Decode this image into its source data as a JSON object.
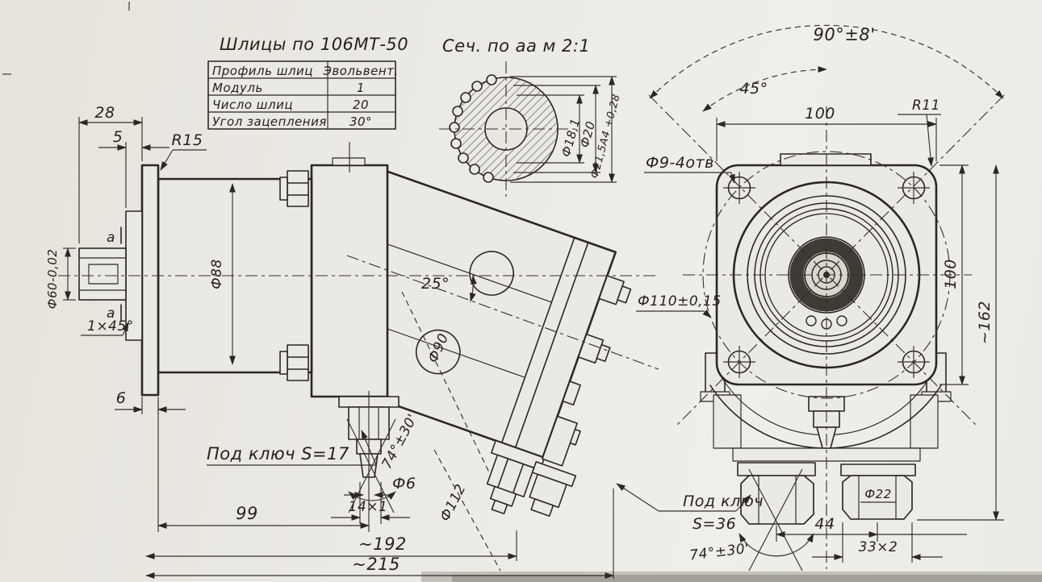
{
  "table": {
    "title": "Шлицы по 106МТ-50",
    "rows": [
      {
        "label": "Профиль шлиц",
        "value": "Эвольвент."
      },
      {
        "label": "Модуль",
        "value": "1"
      },
      {
        "label": "Число шлиц",
        "value": "20"
      },
      {
        "label": "Угол зацепления",
        "value": "30°"
      }
    ]
  },
  "section": {
    "title": "Сеч. по аа  м 2:1",
    "dia_18": "Ф18,1",
    "dia_20": "Ф20",
    "dia_215": "Ф21,5А4 +0,28"
  },
  "side": {
    "dim_28": "28",
    "dim_5": "5",
    "r15": "R15",
    "dia_60": "Ф60-0,02",
    "marker_a_top": "а",
    "marker_a_bottom": "а",
    "chamfer": "1×45°",
    "dim_6": "6",
    "dia_88": "Ф88",
    "angle_25": "25°",
    "dia_90": "Ф90",
    "dia_112": "Ф112",
    "wrench_17": "Под ключ S=17",
    "dia_6_tip": "Ф6",
    "thread_14": "14×1",
    "angle_74": "74°±30'",
    "dim_99": "99",
    "dim_192": "~192",
    "dim_215": "~215"
  },
  "front": {
    "angle_90": "90°±8'",
    "angle_45": "45°",
    "dim_100_h": "100",
    "r11": "R11",
    "holes": "Ф9-4отв",
    "dia_110": "Ф110±0,15",
    "dim_100_v": "100",
    "dim_162": "~162",
    "wrench_36_l1": "Под ключ",
    "wrench_36_l2": "S=36",
    "angle_74": "74°±30'",
    "dim_44": "44",
    "thread_33": "33×2",
    "dia_22": "Ф22"
  }
}
